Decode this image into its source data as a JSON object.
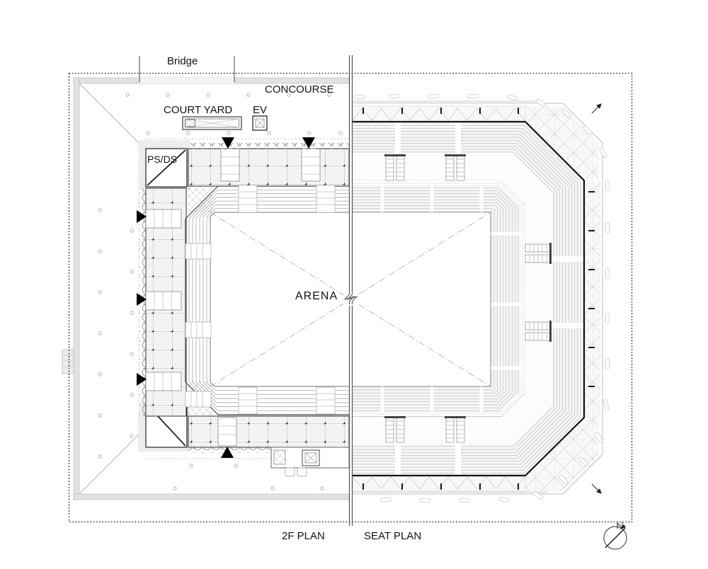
{
  "drawing": {
    "type": "stadium architectural plan, half 2F plan / half seat plan",
    "labels": {
      "bridge": "Bridge",
      "concourse": "CONCOURSE",
      "court_yard": "COURT YARD",
      "elevator": "EV",
      "ps_ds": "PS/DS",
      "arena": "ARENA"
    },
    "plan_titles": {
      "left": "2F PLAN",
      "right": "SEAT PLAN"
    },
    "markers": {
      "entrance_triangle_count": 6,
      "north_arrow": "compass circle with needle, lower right"
    },
    "colors": {
      "background": "#ffffff",
      "ink": "#141414",
      "mid_gray": "#8a8a8a",
      "light_gray": "#c9c9c9",
      "wall_gray": "#e2e2e2"
    }
  }
}
